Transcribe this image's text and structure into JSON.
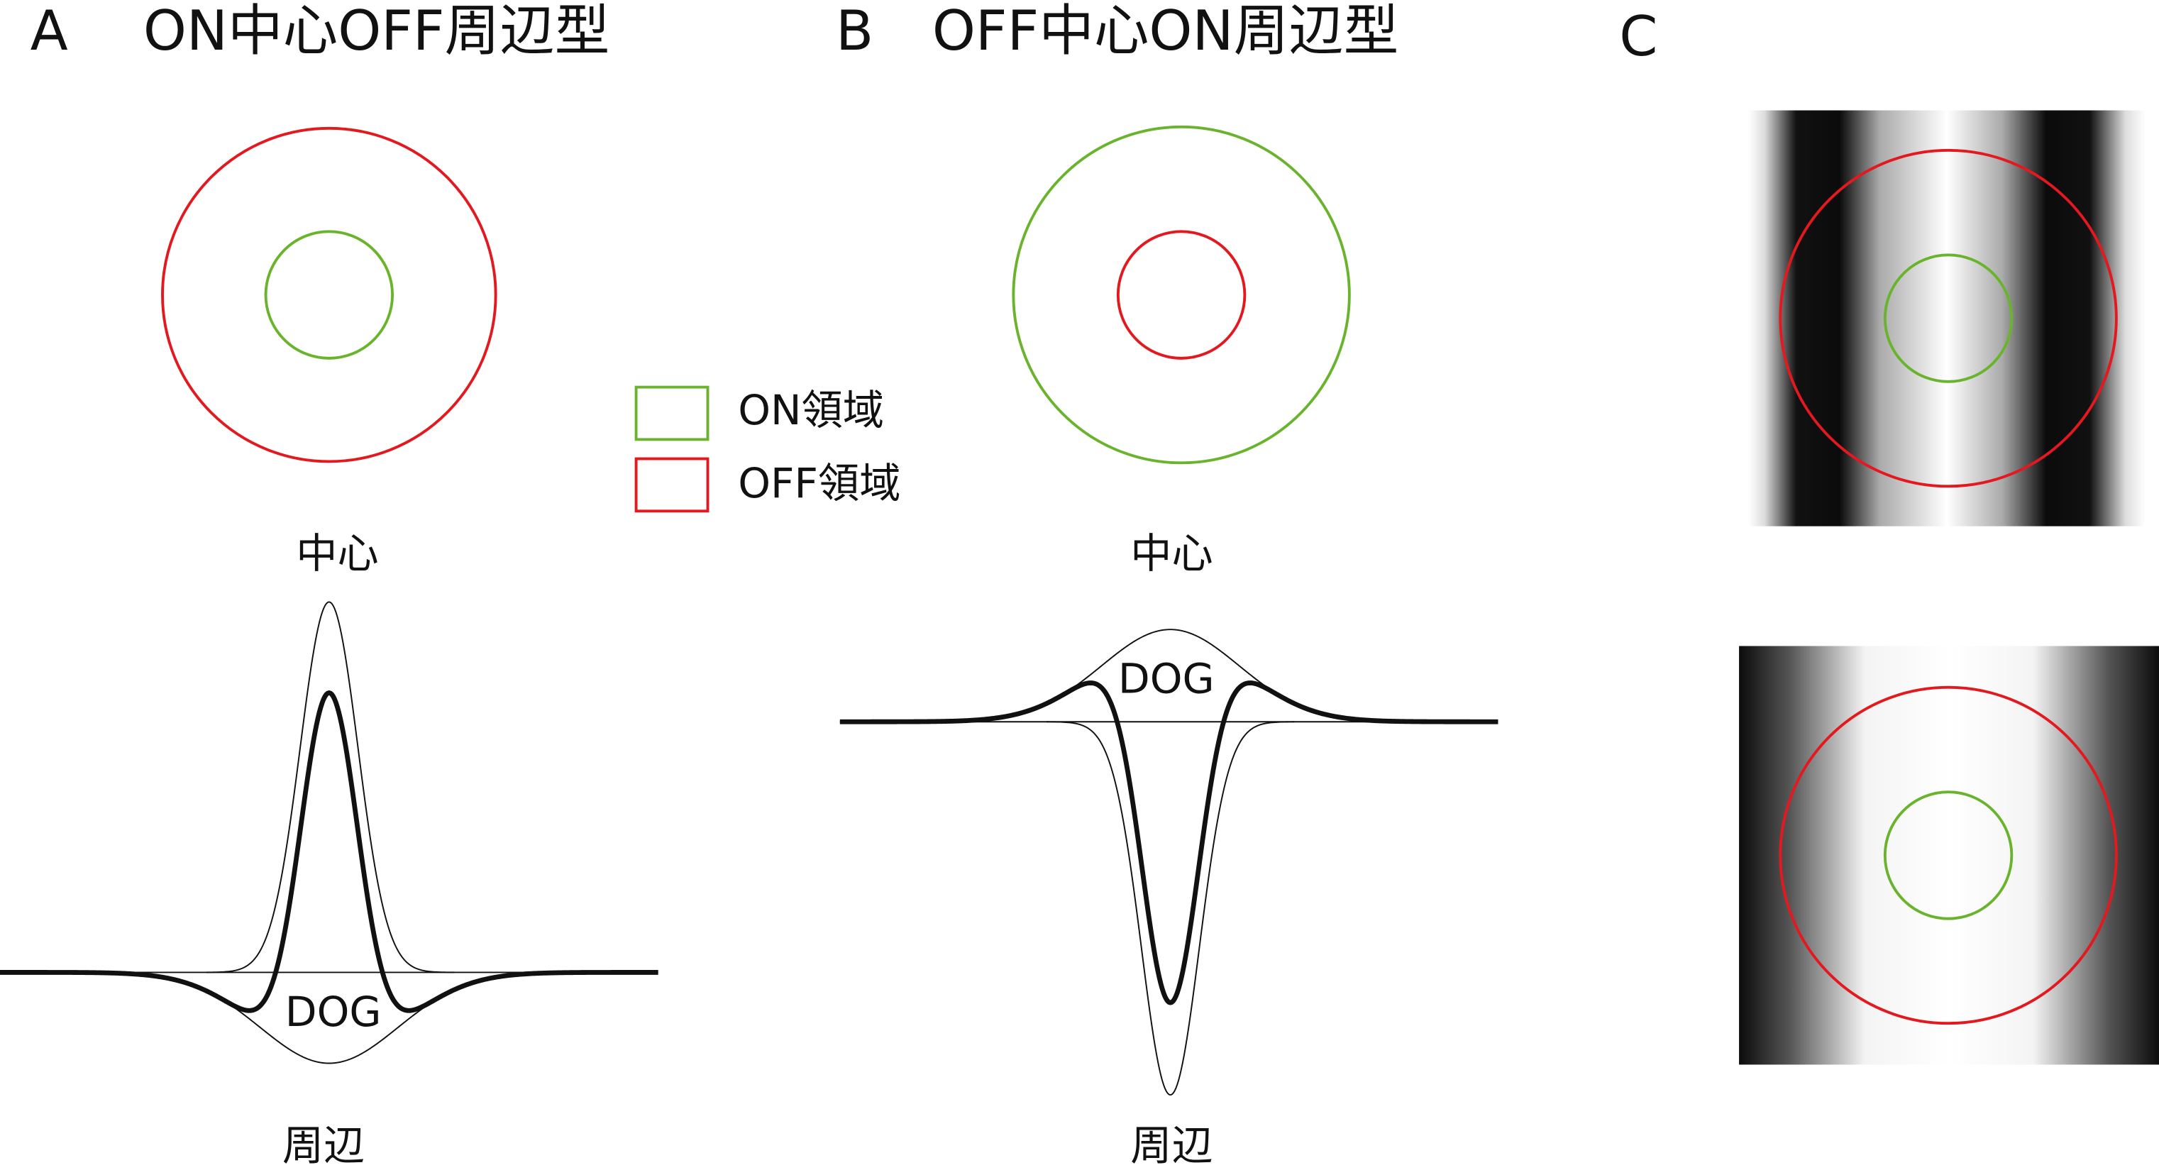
{
  "panels": {
    "A": {
      "letter": "A",
      "title": "ON中心OFF周辺型",
      "center_label": "中心",
      "surround_label": "周辺",
      "curve_label": "DOG"
    },
    "B": {
      "letter": "B",
      "title": "OFF中心ON周辺型",
      "center_label": "中心",
      "surround_label": "周辺",
      "curve_label": "DOG"
    },
    "C": {
      "letter": "C"
    }
  },
  "legend": {
    "on_label": "ON領域",
    "off_label": "OFF領域"
  },
  "colors": {
    "on": "#6ab42d",
    "off": "#e3191f",
    "curve": "#111111"
  }
}
